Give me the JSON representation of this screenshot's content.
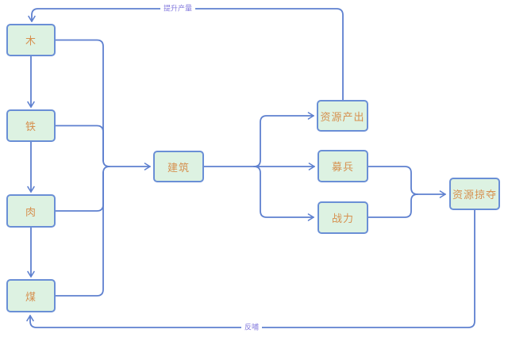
{
  "diagram": {
    "nodes": {
      "wood": {
        "label": "木"
      },
      "iron": {
        "label": "铁"
      },
      "meat": {
        "label": "肉"
      },
      "coal": {
        "label": "煤"
      },
      "building": {
        "label": "建筑"
      },
      "resource_output": {
        "label": "资源产出"
      },
      "recruit": {
        "label": "募兵"
      },
      "combat_power": {
        "label": "战力"
      },
      "resource_plunder": {
        "label": "资源掠夺"
      }
    },
    "edge_labels": {
      "boost_output": "提升产量",
      "feedback": "反哺"
    },
    "edges": [
      {
        "from": "wood",
        "to": "iron"
      },
      {
        "from": "iron",
        "to": "meat"
      },
      {
        "from": "meat",
        "to": "coal"
      },
      {
        "from": "wood",
        "to": "building"
      },
      {
        "from": "iron",
        "to": "building"
      },
      {
        "from": "meat",
        "to": "building"
      },
      {
        "from": "coal",
        "to": "building"
      },
      {
        "from": "building",
        "to": "resource_output"
      },
      {
        "from": "building",
        "to": "recruit"
      },
      {
        "from": "building",
        "to": "combat_power"
      },
      {
        "from": "recruit",
        "to": "resource_plunder"
      },
      {
        "from": "combat_power",
        "to": "resource_plunder"
      },
      {
        "from": "resource_output",
        "to": "wood",
        "label": "提升产量"
      },
      {
        "from": "resource_plunder",
        "to": "coal",
        "label": "反哺"
      }
    ],
    "colors": {
      "node_fill": "#ddf2e2",
      "node_border": "#6a8fd6",
      "node_text": "#d6904f",
      "line": "#5e80cf",
      "edge_label_text": "#837add"
    }
  }
}
